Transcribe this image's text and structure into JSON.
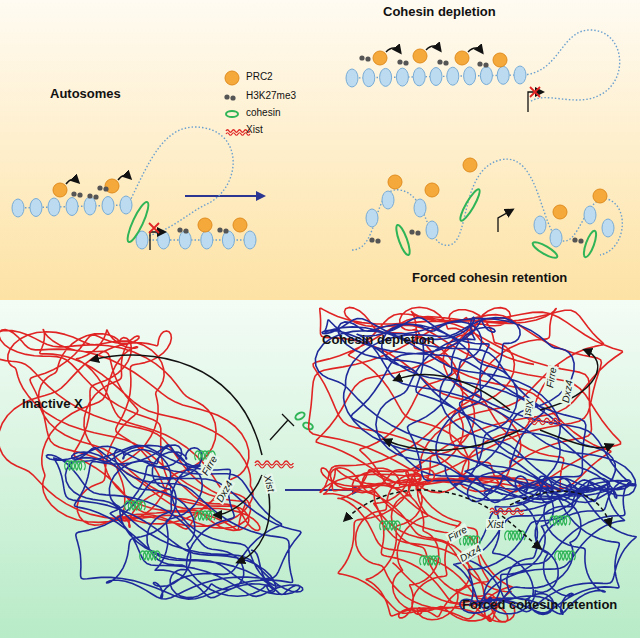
{
  "diagram": {
    "labels": [
      "Autosomes",
      "Cohesin depletion",
      "Forced cohesin retention",
      "Inactive X",
      "Firre",
      "Dxz4",
      "Xist",
      "Cohesin depletion",
      "Firre",
      "Dxz4",
      "Xist",
      "Forced cohesin retention",
      "Firre",
      "Dxz4",
      "Xist"
    ],
    "legend": [
      {
        "text": "PRC2"
      },
      {
        "text": "H3K27me3"
      },
      {
        "text": "cohesin"
      },
      {
        "text": "Xist"
      }
    ]
  }
}
